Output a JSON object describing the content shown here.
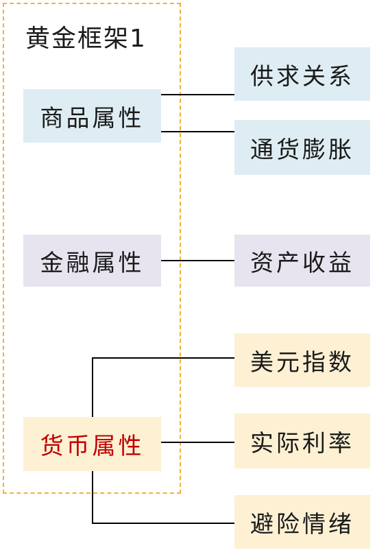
{
  "frame": {
    "title": "黄金框架1"
  },
  "attributes": [
    {
      "id": "commodity",
      "label": "商品属性",
      "color": "#deedf3",
      "factors": [
        "供求关系",
        "通货膨胀"
      ]
    },
    {
      "id": "financial",
      "label": "金融属性",
      "color": "#e8e4ef",
      "factors": [
        "资产收益"
      ]
    },
    {
      "id": "currency",
      "label": "货币属性",
      "color": "#fdf0d3",
      "label_color": "#c00000",
      "factors": [
        "美元指数",
        "实际利率",
        "避险情绪"
      ]
    }
  ],
  "colors": {
    "frame_border": "#f2b233",
    "connector": "#000000"
  }
}
